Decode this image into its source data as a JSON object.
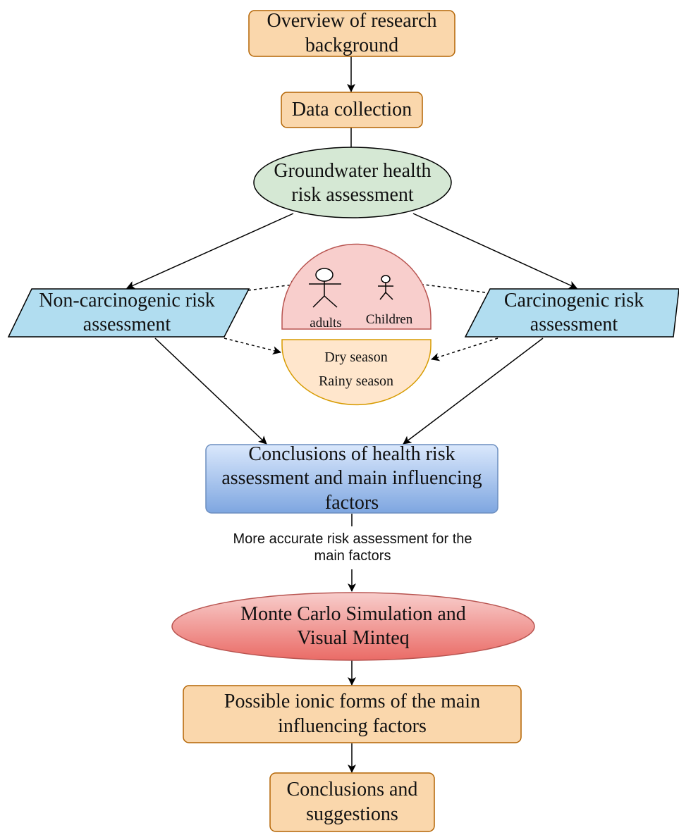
{
  "nodes": {
    "overview": "Overview of research background",
    "data_collection": "Data collection",
    "groundwater": "Groundwater health risk assessment",
    "non_carcinogenic": "Non-carcinogenic risk assessment",
    "carcinogenic": "Carcinogenic risk assessment",
    "adults": "adults",
    "children": "Children",
    "dry_season": "Dry season",
    "rainy_season": "Rainy season",
    "conclusions_health": "Conclusions of health risk assessment and main influencing factors",
    "monte_carlo": "Monte Carlo Simulation and Visual Minteq",
    "ionic_forms": "Possible ionic forms of the main influencing factors",
    "final": "Conclusions and suggestions"
  },
  "edge_labels": {
    "accurate": "More accurate risk assessment for the main factors"
  },
  "colors": {
    "orange_fill": "#fad7ac",
    "orange_stroke": "#b46504",
    "green_fill": "#d5e8d4",
    "blue_fill": "#b1ddf0",
    "pink_fill": "#f8cecc",
    "pink_stroke": "#b85450",
    "cream_fill": "#ffe6cc",
    "cream_stroke": "#d79b00",
    "blue_grad_top": "#dae8fc",
    "blue_grad_bottom": "#7ea6e0",
    "blue_stroke": "#6c8ebf",
    "red_grad_top": "#f8cecc",
    "red_grad_bottom": "#ea6b66"
  }
}
